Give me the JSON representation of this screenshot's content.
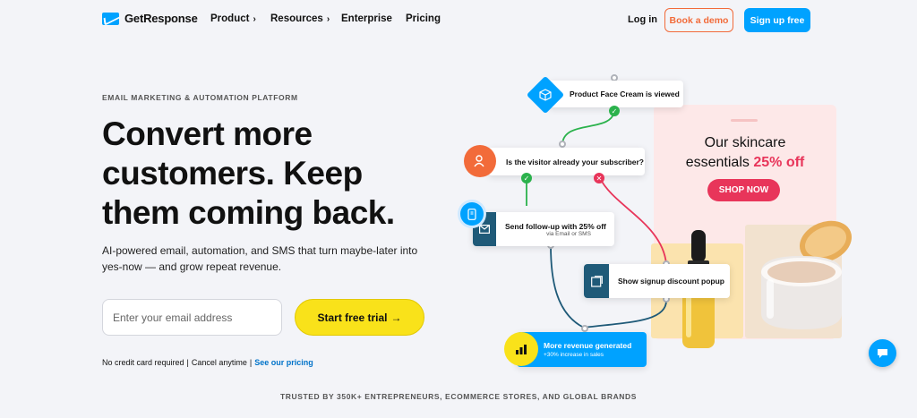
{
  "nav": {
    "logo_text": "GetResponse",
    "links": [
      {
        "label": "Product",
        "chevron": "›"
      },
      {
        "label": "Resources",
        "chevron": "›"
      },
      {
        "label": "Enterprise"
      },
      {
        "label": "Pricing"
      }
    ],
    "login": "Log in",
    "demo": "Book a demo",
    "signup": "Sign up free"
  },
  "hero": {
    "eyebrow": "EMAIL MARKETING & AUTOMATION PLATFORM",
    "headline_l1": "Convert more",
    "headline_l2": "customers. Keep",
    "headline_l3": "them coming back.",
    "sub": "AI-powered email, automation, and SMS that turn maybe-later into yes-now — and grow repeat revenue.",
    "email_placeholder": "Enter your email address",
    "cta": "Start free trial",
    "cta_arrow": "→",
    "fine_1": "No credit card required",
    "fine_sep": "|",
    "fine_2": "Cancel anytime",
    "fine_link": "See our pricing"
  },
  "flow": {
    "card1": "Product Face Cream is viewed",
    "card2": "Is the visitor already your subscriber?",
    "card3_title": "Send follow-up with 25% off",
    "card3_sub": "via Email or SMS",
    "card4": "Show signup discount popup",
    "card5_title": "More revenue generated",
    "card5_sub": "+30% increase in sales",
    "yes": "✓",
    "no": "✕"
  },
  "promo": {
    "line1": "Our skincare",
    "line2": "essentials",
    "pct": "25% off",
    "button": "SHOP NOW"
  },
  "trusted": "TRUSTED BY 350K+ ENTREPRENEURS, ECOMMERCE STORES, AND GLOBAL BRANDS",
  "colors": {
    "brand": "#00a2ff",
    "demo": "#f26b3a",
    "cta": "#f9e21a",
    "promo_accent": "#e8355a",
    "flow_green": "#2bb24c",
    "flow_red": "#e8355a",
    "flow_teal": "#1f5a78"
  }
}
